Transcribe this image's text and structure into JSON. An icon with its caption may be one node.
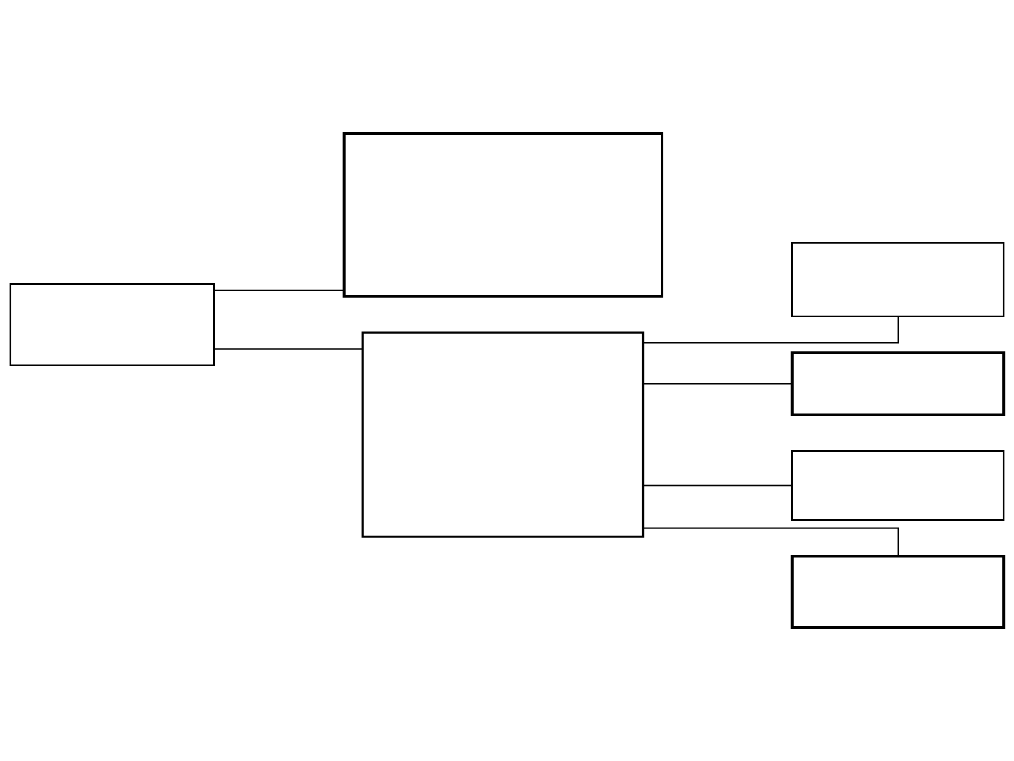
{
  "diagram": {
    "nodes": [
      {
        "text": [],
        "shape": "box"
      },
      {
        "text": [],
        "shape": "box"
      },
      {
        "text": [],
        "shape": "box"
      },
      {
        "text": [],
        "shape": "box"
      },
      {
        "text": [],
        "shape": "box"
      },
      {
        "text": [],
        "shape": "box"
      },
      {
        "text": [],
        "shape": "box"
      }
    ],
    "edges": [
      {
        "from": 0,
        "to": 1,
        "arrow": "none"
      },
      {
        "from": 0,
        "to": 2,
        "arrow": "none"
      },
      {
        "from": 2,
        "to": 3,
        "arrow": "none"
      },
      {
        "from": 2,
        "to": 4,
        "arrow": "none"
      },
      {
        "from": 2,
        "to": 5,
        "arrow": "none"
      },
      {
        "from": 2,
        "to": 6,
        "arrow": "none"
      }
    ]
  }
}
